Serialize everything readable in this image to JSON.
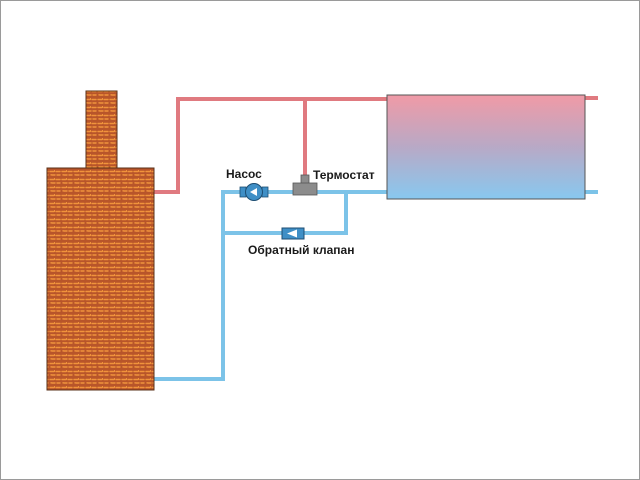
{
  "labels": {
    "pump": "Насос",
    "thermostat": "Термостат",
    "check_valve": "Обратный клапан"
  },
  "colors": {
    "hot_pipe": "#e07a80",
    "cold_pipe": "#7cc3e8",
    "brick": "#b8552a",
    "mortar": "#f0933c",
    "radiator_top": "#f09aa6",
    "radiator_bottom": "#88c8ef",
    "device_body": "#3f8fc6",
    "thermostat_body": "#8c8c8c"
  },
  "icons": {
    "pump": "circular-pump-icon",
    "check_valve": "check-valve-icon",
    "thermostat": "t-valve-icon"
  }
}
